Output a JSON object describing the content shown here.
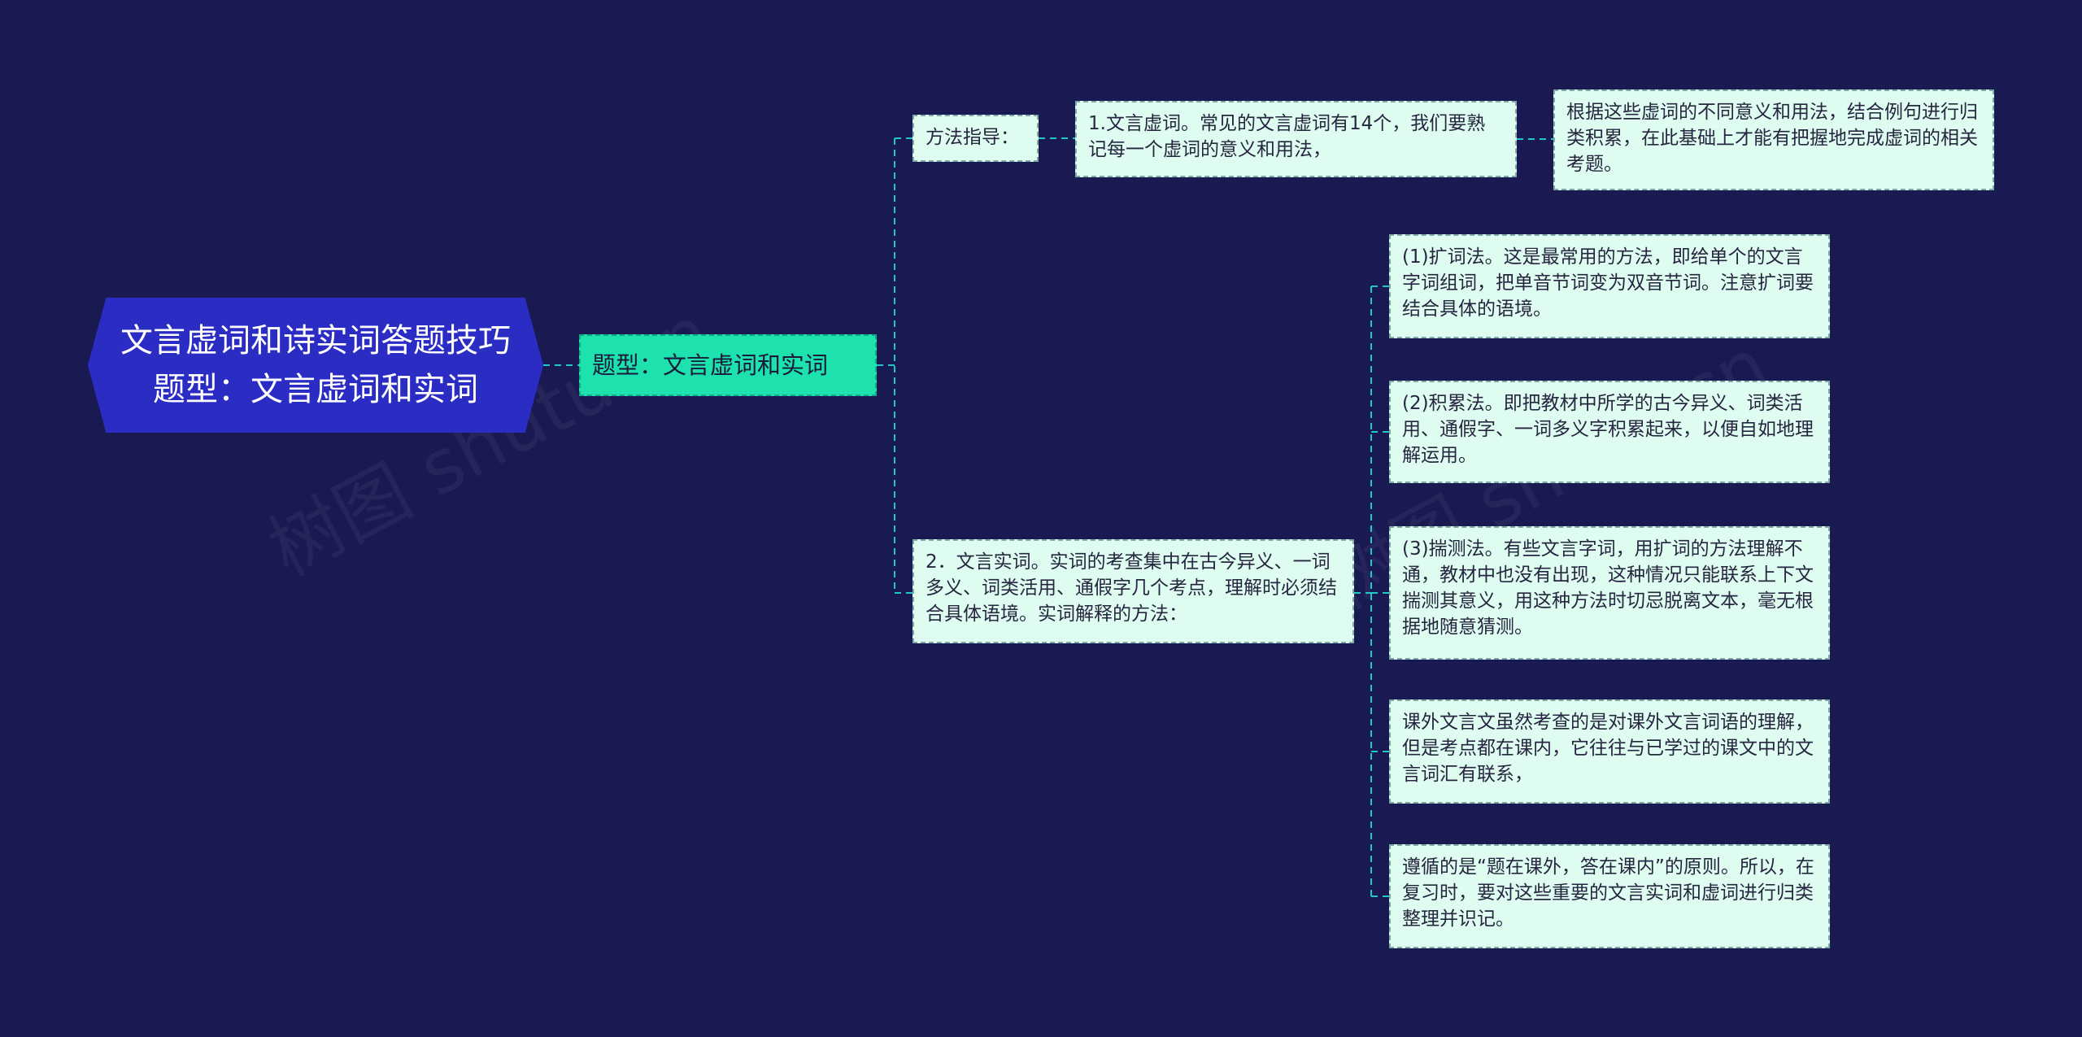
{
  "watermarks": [
    "树图 shutu.cn",
    "树图 shutu.cn"
  ],
  "root": {
    "text": "文言虚词和诗实词答题技巧 题型：文言虚词和实词"
  },
  "subtopic": {
    "text": "题型：文言虚词和实词"
  },
  "method": {
    "label": "方法指导：",
    "item": "1.文言虚词。常见的文言虚词有14个，我们要熟记每一个虚词的意义和用法，",
    "detail": "根据这些虚词的不同意义和用法，结合例句进行归类积累，在此基础上才能有把握地完成虚词的相关考题。"
  },
  "shici": {
    "text": "2．文言实词。实词的考查集中在古今异义、一词多义、词类活用、通假字几个考点，理解时必须结合具体语境。实词解释的方法：",
    "children": [
      "(1)扩词法。这是最常用的方法，即给单个的文言字词组词，把单音节词变为双音节词。注意扩词要结合具体的语境。",
      "(2)积累法。即把教材中所学的古今异义、词类活用、通假字、一词多义字积累起来，以便自如地理解运用。",
      "(3)揣测法。有些文言字词，用扩词的方法理解不通，教材中也没有出现，这种情况只能联系上下文揣测其意义，用这种方法时切忌脱离文本，毫无根据地随意猜测。",
      "课外文言文虽然考查的是对课外文言词语的理解，但是考点都在课内，它往往与已学过的课文中的文言词汇有联系，",
      "遵循的是“题在课外，答在课内”的原则。所以，在复习时，要对这些重要的文言实词和虚词进行归类整理并识记。"
    ]
  },
  "colors": {
    "background": "#1a1a52",
    "root": "#2a2cc4",
    "subtopic": "#1ee2ae",
    "leaf": "#dffcf1",
    "connector": "#1ec8c8"
  }
}
